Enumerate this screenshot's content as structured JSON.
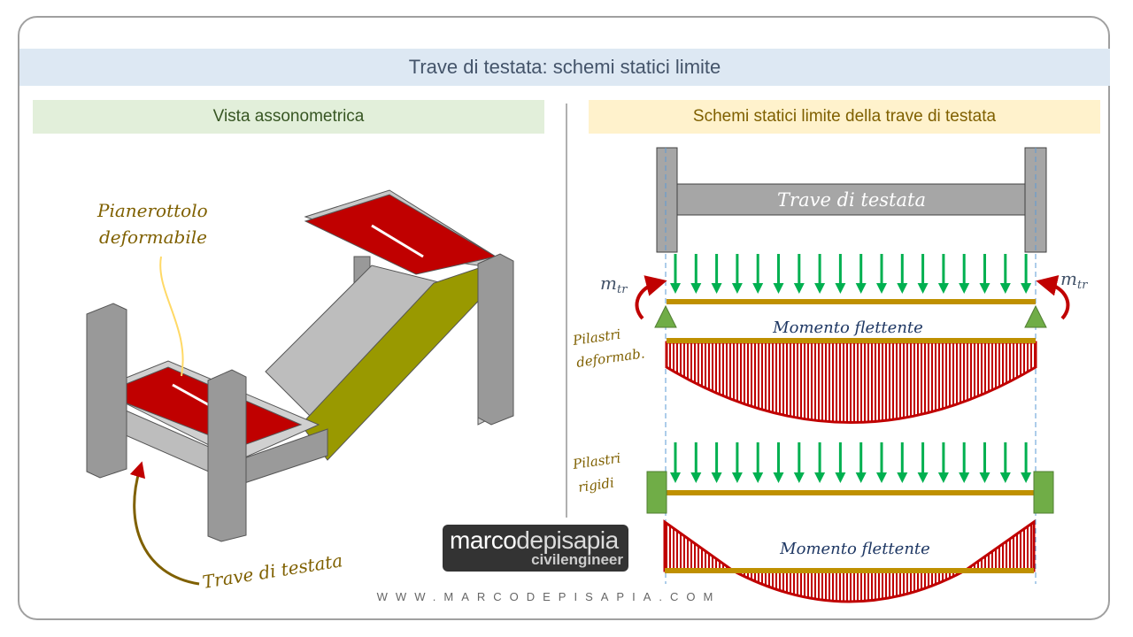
{
  "title": "Trave di testata: schemi statici limite",
  "left_panel": {
    "heading": "Vista assonometrica",
    "label_landing_line1": "Pianerottolo",
    "label_landing_line2": "deformabile",
    "label_beam": "Trave di testata"
  },
  "right_panel": {
    "heading": "Schemi statici limite della trave di testata",
    "beam_label": "Trave di testata",
    "moment_symbol": "m",
    "moment_subscript": "tr",
    "case1_line1": "Pilastri",
    "case1_line2": "deformab.",
    "case1_diagram_label": "Momento flettente",
    "case2_line1": "Pilastri",
    "case2_line2": "rigidi",
    "case2_diagram_label": "Momento flettente"
  },
  "logo": {
    "part1": "marco",
    "part2": "depisapia",
    "part3": "civilengineer"
  },
  "footer_url": "WWW.MARCODEPISAPIA.COM",
  "colors": {
    "load": "#00b050",
    "beam": "#bf9000",
    "moment": "#c00000",
    "support": "#70ad47",
    "column": "#a6a6a6",
    "slab": "#c00000",
    "stair": "#7f7f00"
  }
}
